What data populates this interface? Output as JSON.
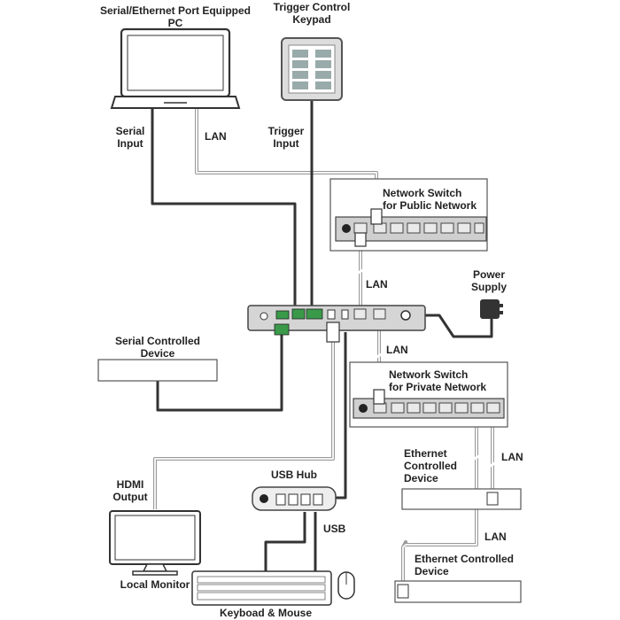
{
  "labels": {
    "pc_title_line1": "Serial/Ethernet Port Equipped",
    "pc_title_line2": "PC",
    "keypad_title_line1": "Trigger Control",
    "keypad_title_line2": "Keypad",
    "serial_input_line1": "Serial",
    "serial_input_line2": "Input",
    "lan_pc": "LAN",
    "trigger_input_line1": "Trigger",
    "trigger_input_line2": "Input",
    "switch_public_line1": "Network Switch",
    "switch_public_line2": "for Public Network",
    "lan_public": "LAN",
    "power_line1": "Power",
    "power_line2": "Supply",
    "serial_device_line1": "Serial Controlled",
    "serial_device_line2": "Device",
    "lan_private": "LAN",
    "switch_private_line1": "Network Switch",
    "switch_private_line2": "for Private Network",
    "ethernet_device_a_line1": "Ethernet",
    "ethernet_device_a_line2": "Controlled",
    "ethernet_device_a_line3": "Device",
    "lan_device_a": "LAN",
    "usb_hub": "USB Hub",
    "hdmi_line1": "HDMI",
    "hdmi_line2": "Output",
    "usb": "USB",
    "lan_device_b": "LAN",
    "ethernet_device_b_line1": "Ethernet Controlled",
    "ethernet_device_b_line2": "Device",
    "local_monitor": "Local Monitor",
    "keyboard_mouse": "Keyboad & Mouse"
  },
  "colors": {
    "cable_dark": "#333333",
    "cable_light": "#9a9a9a",
    "device_body": "#cfcfcf",
    "terminal_green": "#3a9a4a"
  }
}
